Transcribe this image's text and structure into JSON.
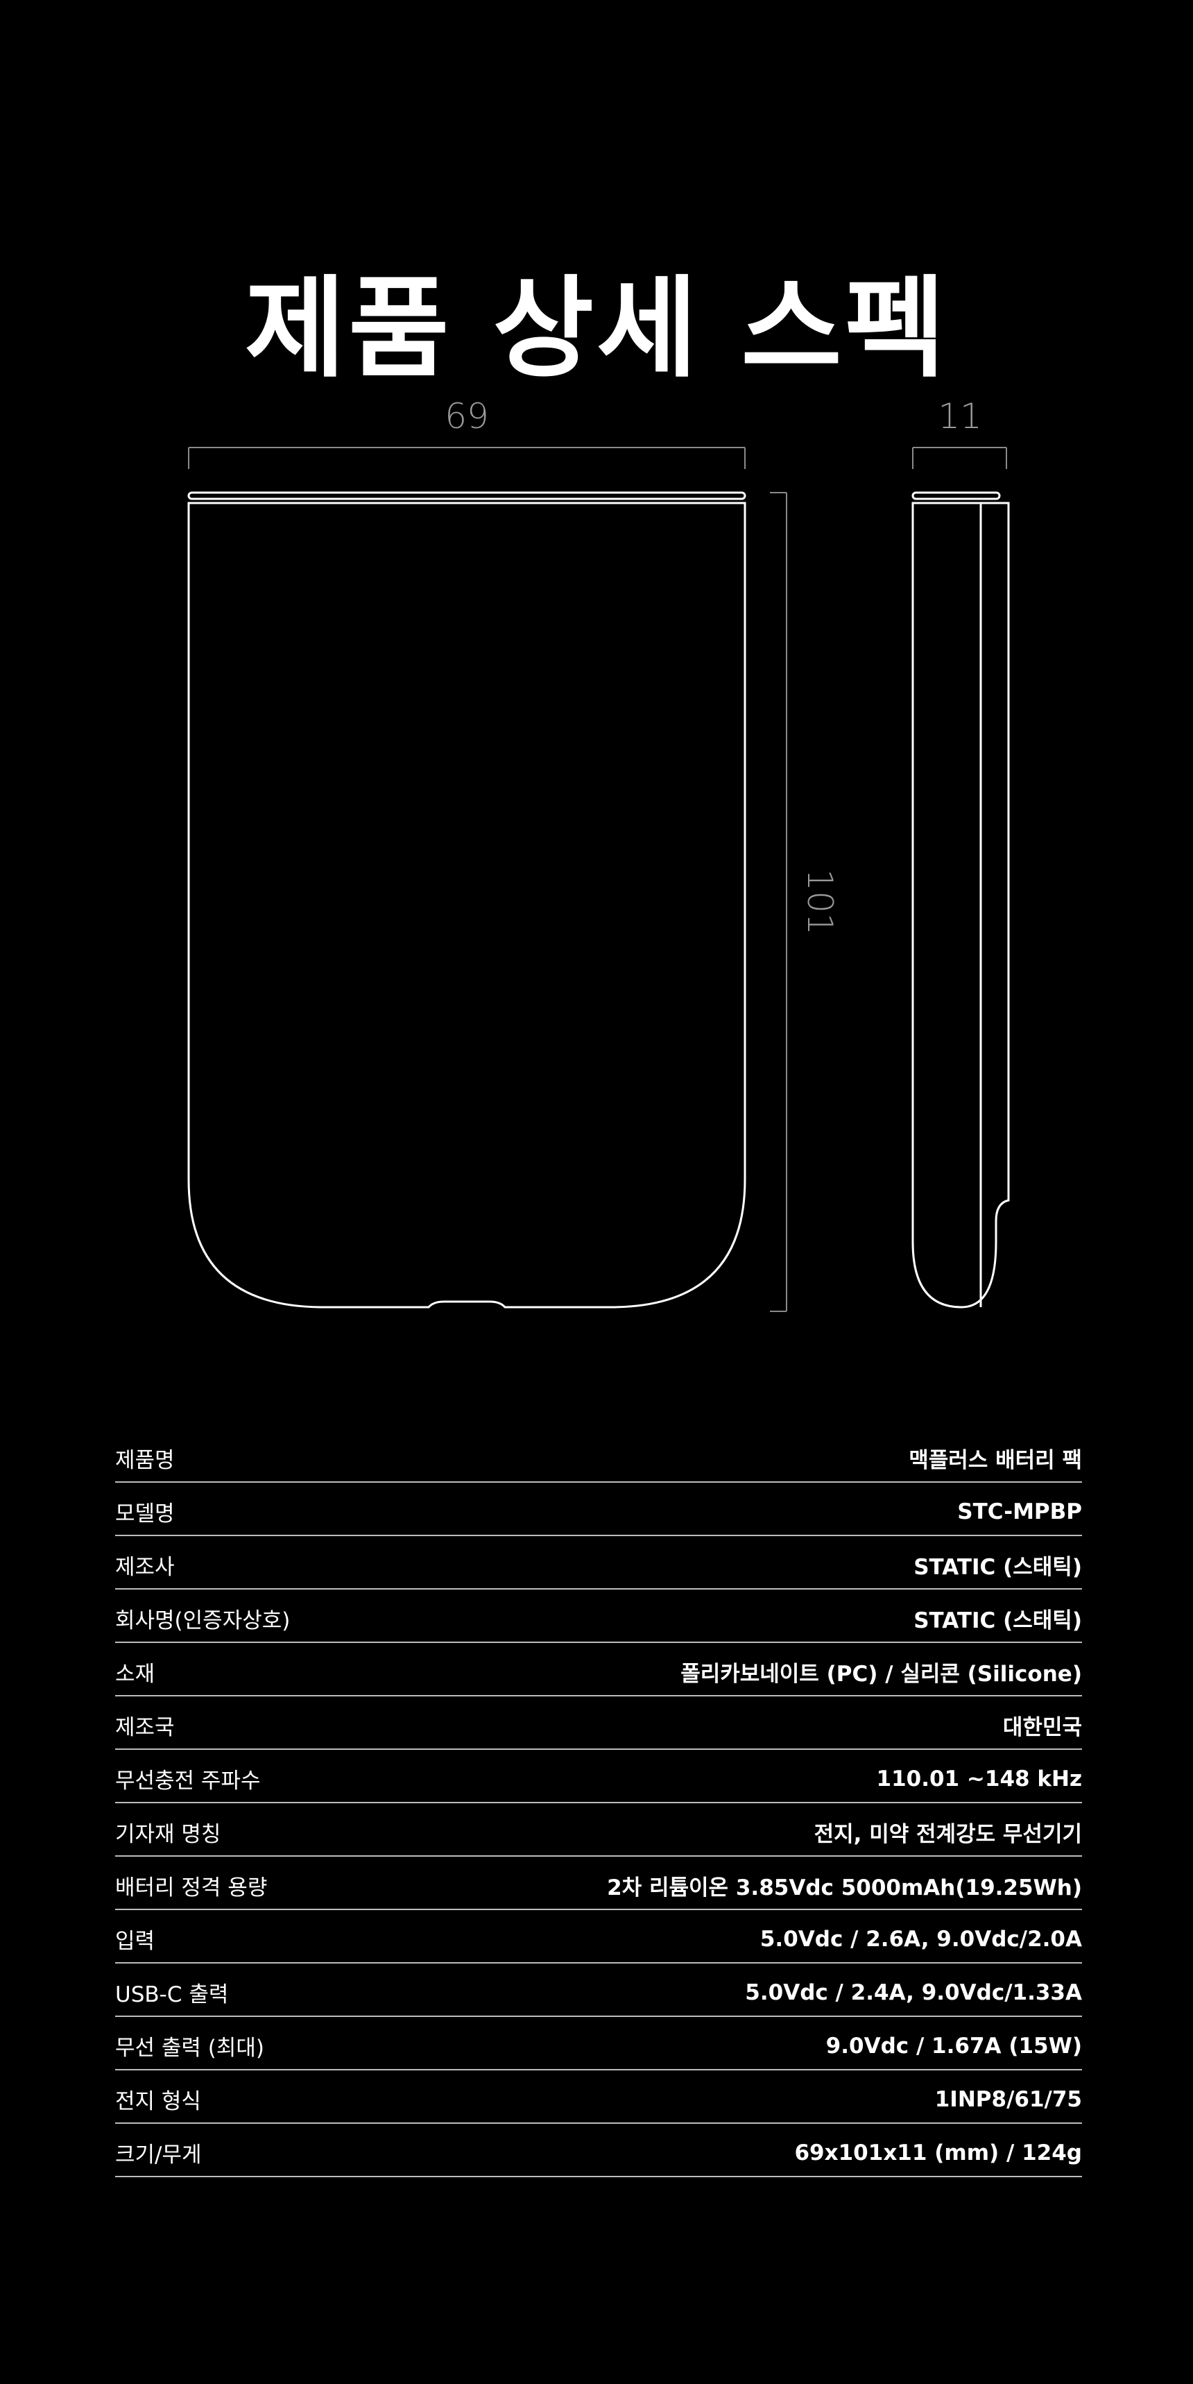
{
  "page": {
    "title": "제품 상세 스펙",
    "background": "#000000",
    "text_color": "#ffffff",
    "line_color": "#bdbdbd"
  },
  "drawing": {
    "front_width_label": "69",
    "side_depth_label": "11",
    "height_label": "101"
  },
  "specs": [
    {
      "label": "제품명",
      "value": "맥플러스 배터리 팩"
    },
    {
      "label": "모델명",
      "value": "STC-MPBP"
    },
    {
      "label": "제조사",
      "value": "STATIC (스태틱)"
    },
    {
      "label": "회사명(인증자상호)",
      "value": "STATIC (스태틱)"
    },
    {
      "label": "소재",
      "value": "폴리카보네이트 (PC) / 실리콘 (Silicone)"
    },
    {
      "label": "제조국",
      "value": "대한민국"
    },
    {
      "label": "무선충전 주파수",
      "value": "110.01 ~148 kHz"
    },
    {
      "label": "기자재 명칭",
      "value": "전지, 미약 전계강도 무선기기"
    },
    {
      "label": "배터리 정격 용량",
      "value": "2차 리튬이온 3.85Vdc 5000mAh(19.25Wh)"
    },
    {
      "label": "입력",
      "value": "5.0Vdc / 2.6A, 9.0Vdc/2.0A"
    },
    {
      "label": "USB-C 출력",
      "value": "5.0Vdc / 2.4A, 9.0Vdc/1.33A"
    },
    {
      "label": "무선 출력 (최대)",
      "value": "9.0Vdc / 1.67A (15W)"
    },
    {
      "label": "전지 형식",
      "value": "1INP8/61/75"
    },
    {
      "label": "크기/무게",
      "value": "69x101x11 (mm) / 124g"
    }
  ]
}
